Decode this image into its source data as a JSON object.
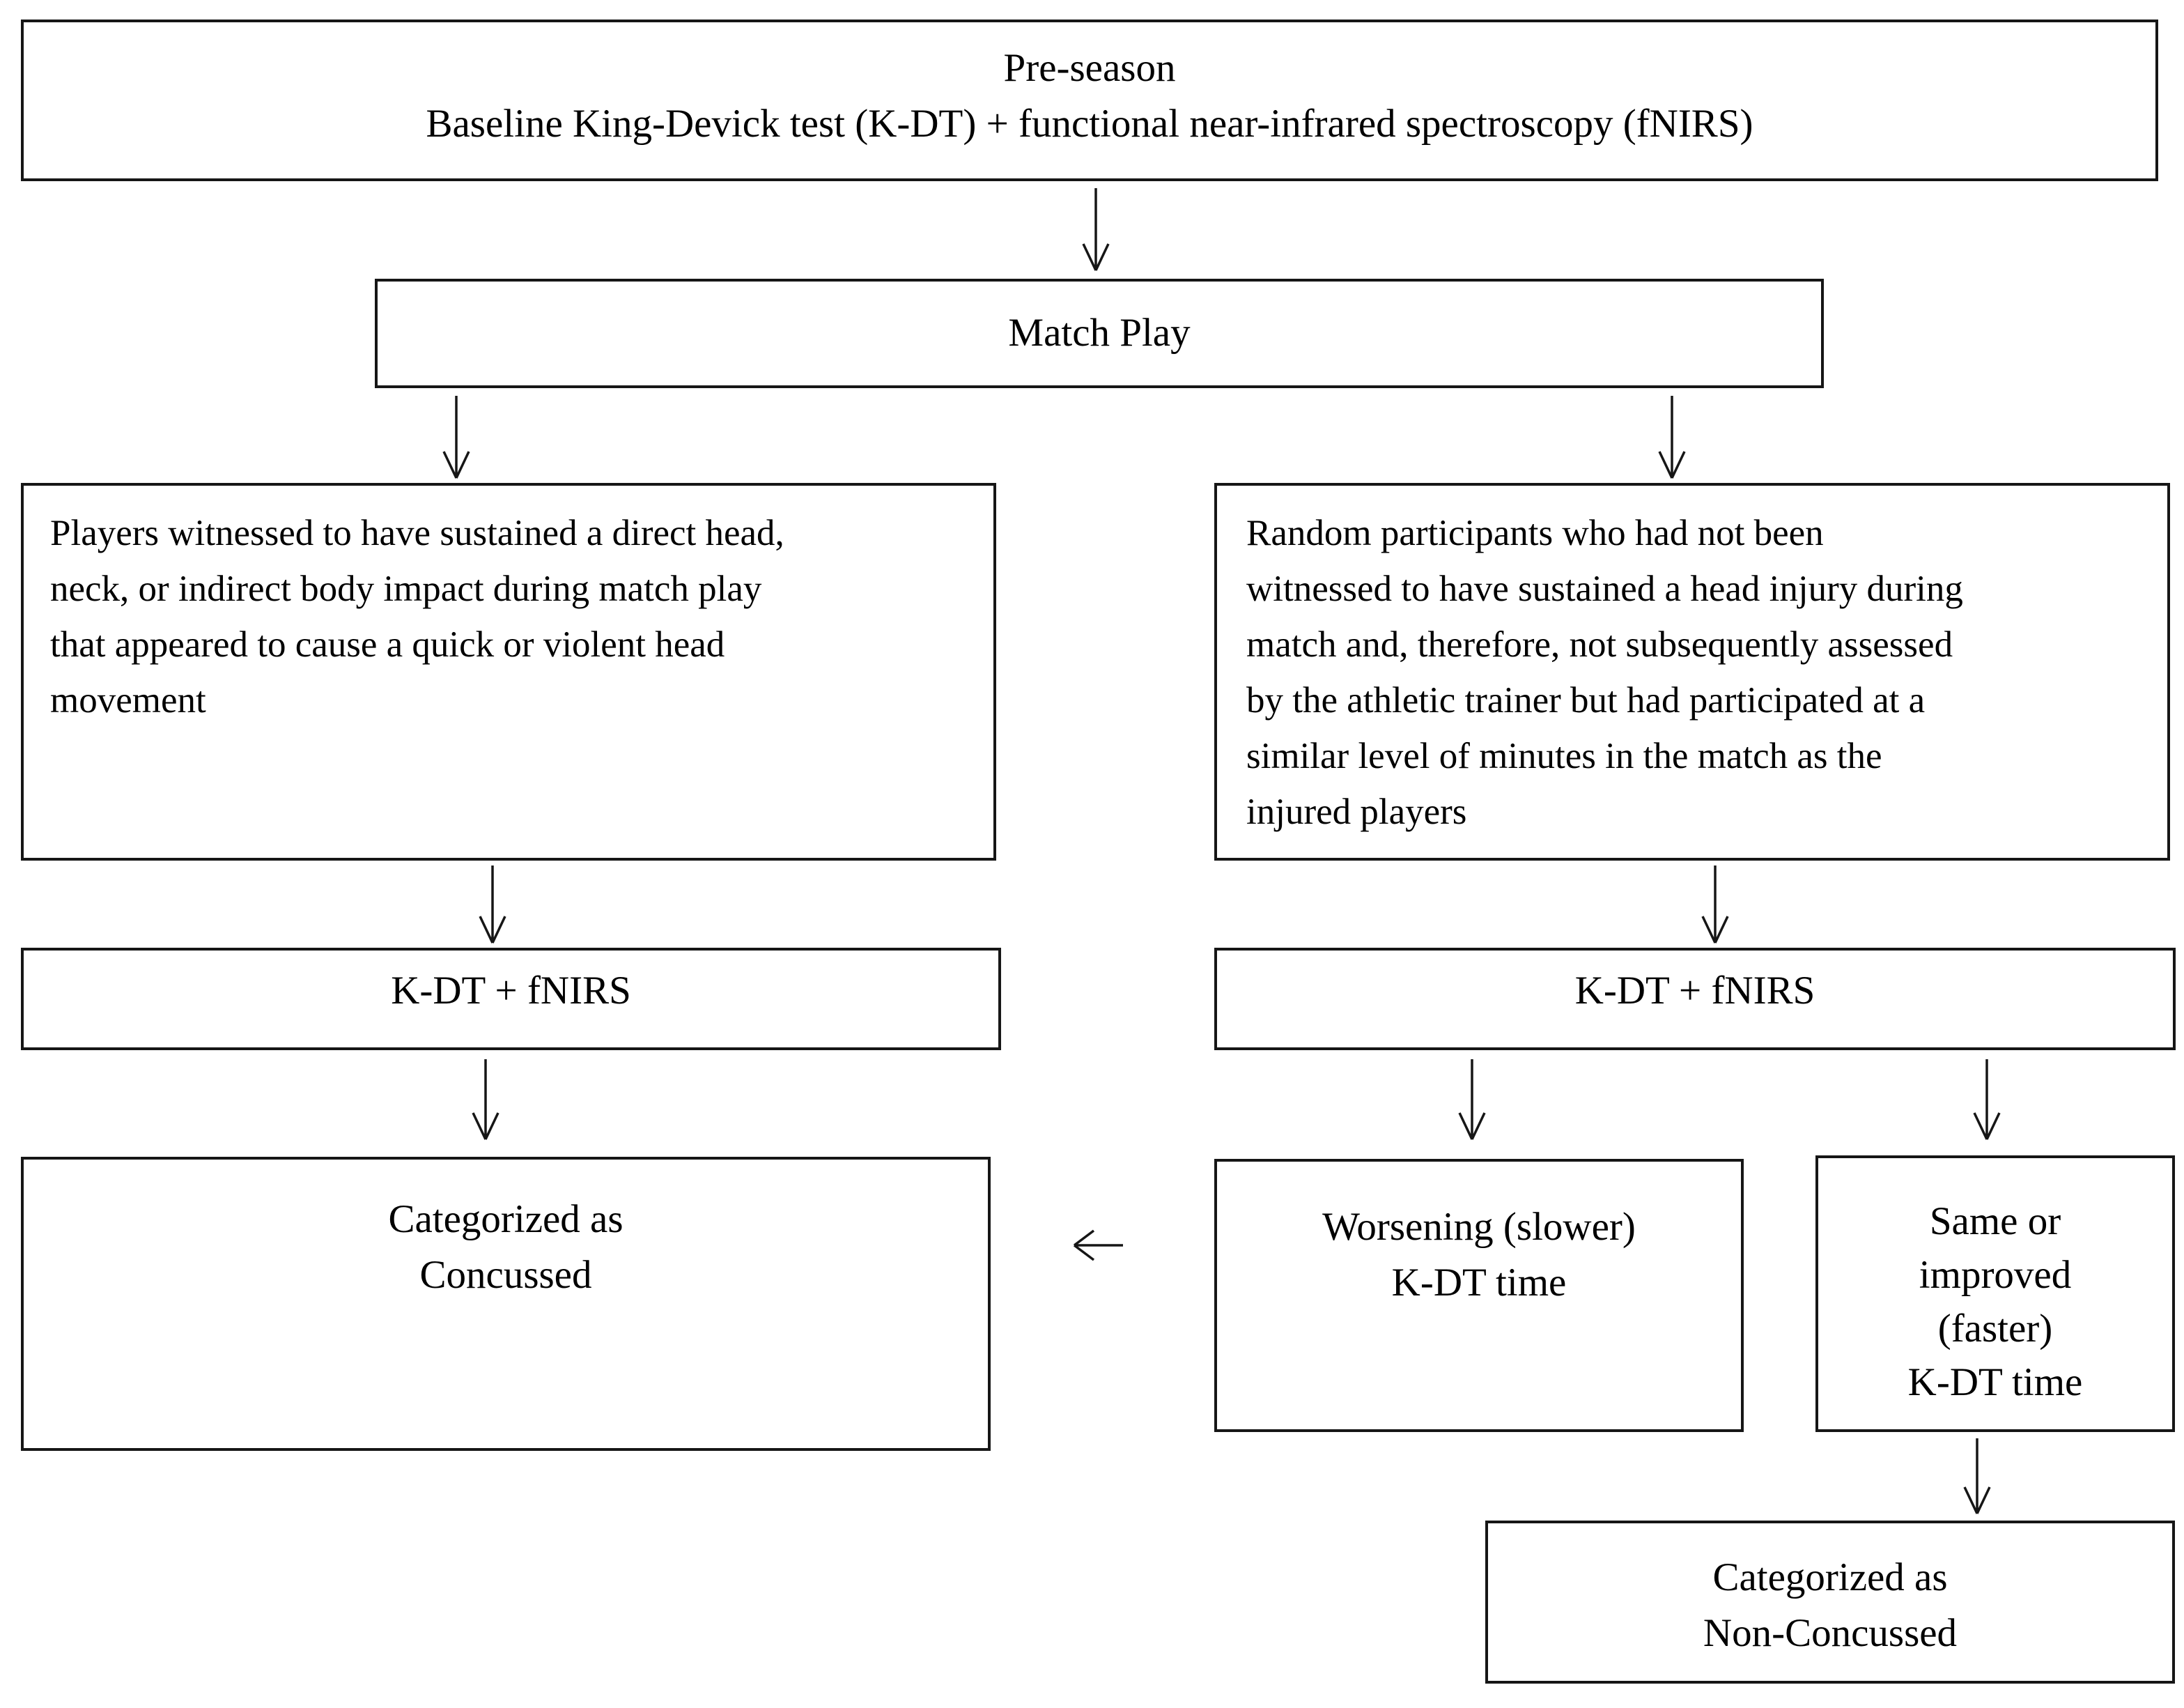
{
  "page": {
    "background_color": "#ffffff",
    "border_color": "#161616",
    "text_color": "#000000"
  },
  "flowchart": {
    "preseason": {
      "lines": [
        "Pre-season",
        "Baseline King-Devick test (K-DT) + functional near-infrared spectroscopy (fNIRS)"
      ]
    },
    "match_play": {
      "label": "Match Play"
    },
    "injured": {
      "lines": [
        "Players witnessed to have sustained a direct head,",
        "neck, or indirect body impact during match play",
        "that appeared to cause a quick or violent head",
        "movement"
      ]
    },
    "controls": {
      "lines": [
        "Random participants who had not been",
        "witnessed to have sustained a head injury during",
        "match and, therefore, not subsequently assessed",
        "by the athletic trainer but had participated at a",
        "similar level of minutes in the match as the",
        "injured players"
      ]
    },
    "kdt_left": {
      "label": "K-DT + fNIRS"
    },
    "kdt_right": {
      "label": "K-DT + fNIRS"
    },
    "concussed": {
      "lines": [
        "Categorized as",
        "Concussed"
      ]
    },
    "worsening": {
      "lines": [
        "Worsening (slower)",
        "K-DT time"
      ]
    },
    "same_improved": {
      "lines": [
        "Same or",
        "improved",
        "(faster)",
        "K-DT time"
      ]
    },
    "non_concussed": {
      "lines": [
        "Categorized as",
        "Non-Concussed"
      ]
    }
  }
}
